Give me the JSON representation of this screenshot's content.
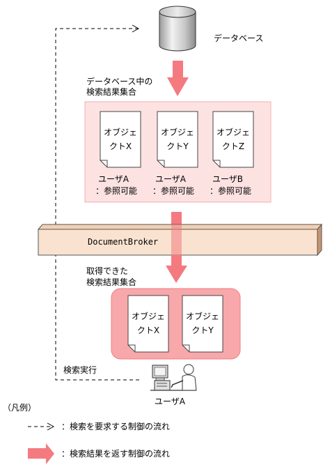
{
  "database_label": "データベース",
  "db_result_set_label": [
    "データベース中の",
    "検索結果集合"
  ],
  "db_objects": [
    {
      "name": [
        "オブジェ",
        "クトX"
      ],
      "user": "ユーザA",
      "perm": "：参照可能"
    },
    {
      "name": [
        "オブジェ",
        "クトY"
      ],
      "user": "ユーザA",
      "perm": "：参照可能"
    },
    {
      "name": [
        "オブジェ",
        "クトZ"
      ],
      "user": "ユーザB",
      "perm": "：参照可能"
    }
  ],
  "broker_label": "DocumentBroker",
  "acquired_set_label": [
    "取得できた",
    "検索結果集合"
  ],
  "acquired_objects": [
    {
      "name": [
        "オブジェ",
        "クトX"
      ]
    },
    {
      "name": [
        "オブジェ",
        "クトY"
      ]
    }
  ],
  "search_exec_label": "検索実行",
  "user_label": "ユーザA",
  "legend": {
    "title": "（凡例）",
    "dashed": "：検索を要求する制御の流れ",
    "arrow": "：検索結果を返す制御の流れ"
  },
  "colors": {
    "arrow": "#f47a80",
    "db_set_fill": "#fde2e2",
    "db_set_border": "#f4aeb0",
    "acq_set_fill": "#f8a8aa",
    "acq_set_border": "#ef7d82",
    "broker_fill": "#f9e2cf"
  }
}
